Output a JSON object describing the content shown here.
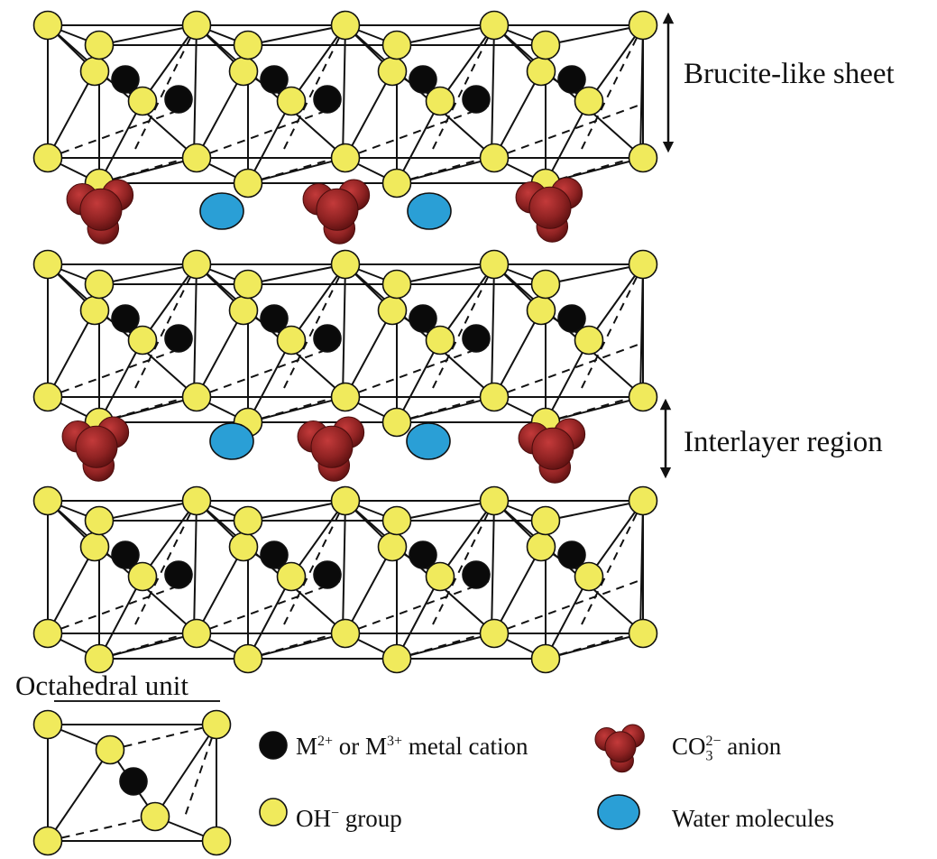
{
  "labels": {
    "brucite_sheet": "Brucite-like sheet",
    "interlayer_region": "Interlayer region",
    "octahedral_unit": "Octahedral unit"
  },
  "legend": {
    "metal_cation": {
      "pre": "M",
      "sup1": "2+",
      "mid": " or M",
      "sup2": "3+",
      "post": " metal cation"
    },
    "hydroxyl": {
      "pre": "OH",
      "sup": "−",
      "post": " group"
    },
    "carbonate": {
      "pre": "CO",
      "sub": "3",
      "sup": "2−",
      "post": " anion"
    },
    "water": {
      "text": "Water molecules"
    }
  },
  "colors": {
    "hydroxyl_fill": "#f0ea5c",
    "metal_fill": "#0a0a0a",
    "water_fill": "#2a9fd6",
    "carbonate_fill": "#8e2222",
    "line": "#111111"
  },
  "structure": {
    "brucite_sheets": 3,
    "interlayer_regions": 2,
    "octahedral_units_per_sheet": 4
  }
}
